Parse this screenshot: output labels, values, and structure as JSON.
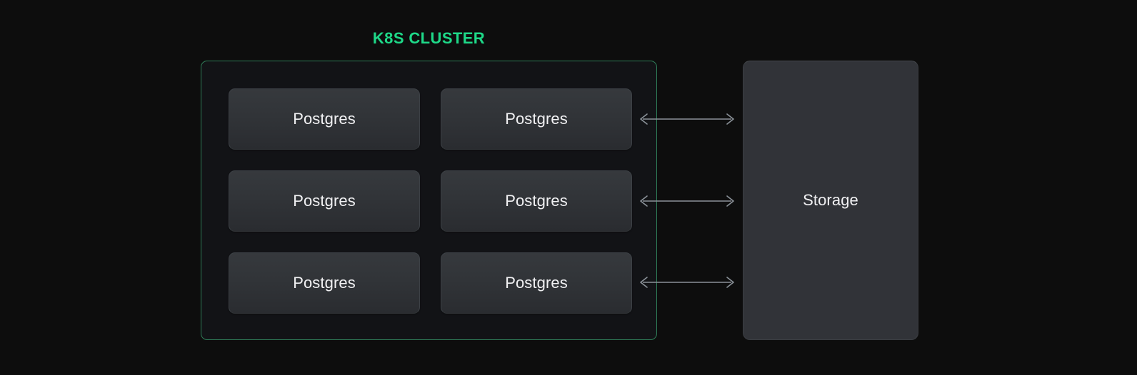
{
  "diagram": {
    "background_color": "#0d0d0d",
    "cluster": {
      "title": "K8S CLUSTER",
      "title_color": "#1ed888",
      "border_color": "#2f7d58",
      "panel_color": "#121316",
      "pods": [
        {
          "label": "Postgres"
        },
        {
          "label": "Postgres"
        },
        {
          "label": "Postgres"
        },
        {
          "label": "Postgres"
        },
        {
          "label": "Postgres"
        },
        {
          "label": "Postgres"
        }
      ]
    },
    "connectors": [
      {
        "name": "pod-storage-link-1",
        "style": "bidirectional-arrow",
        "color": "#8b9299"
      },
      {
        "name": "pod-storage-link-2",
        "style": "bidirectional-arrow",
        "color": "#8b9299"
      },
      {
        "name": "pod-storage-link-3",
        "style": "bidirectional-arrow",
        "color": "#8b9299"
      }
    ],
    "storage": {
      "label": "Storage",
      "fill_color": "#313338",
      "text_color": "#f1f1f3"
    }
  }
}
